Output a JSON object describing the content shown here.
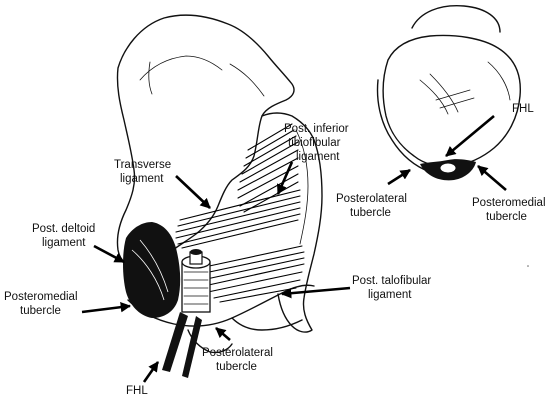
{
  "labels": {
    "fhl_top": "FHL",
    "post_inf_tib_1": "Post. inferior",
    "post_inf_tib_2": "tibiofibular",
    "post_inf_tib_3": "ligament",
    "transverse_1": "Transverse",
    "transverse_2": "ligament",
    "post_deltoid_1": "Post. deltoid",
    "post_deltoid_2": "ligament",
    "posteromedial_left_1": "Posteromedial",
    "posteromedial_left_2": "tubercle",
    "post_talofib_1": "Post. talofibular",
    "post_talofib_2": "ligament",
    "posterolateral_bottom_1": "Posterolateral",
    "posterolateral_bottom_2": "tubercle",
    "fhl_bottom": "FHL",
    "posterolateral_right_1": "Posterolateral",
    "posterolateral_right_2": "tubercle",
    "posteromedial_right_1": "Posteromedial",
    "posteromedial_right_2": "tubercle"
  },
  "colors": {
    "ink": "#111111",
    "paper": "#ffffff"
  }
}
